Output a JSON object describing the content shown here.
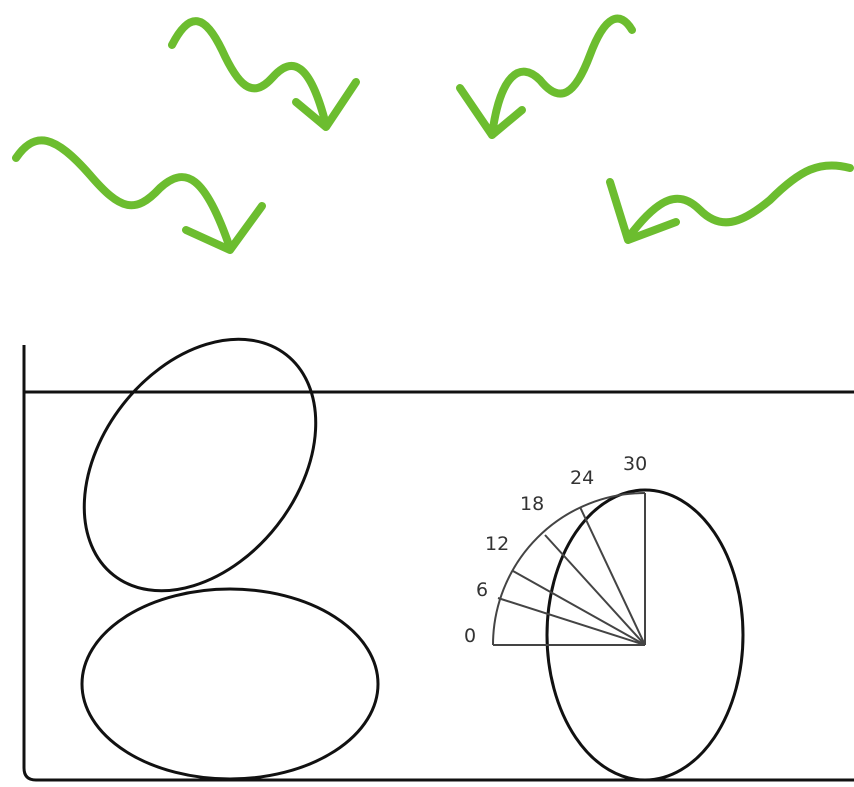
{
  "colors": {
    "arrow": "#6cbd2f",
    "line": "#111111",
    "protractor": "#444444",
    "background": "#ffffff"
  },
  "arrows": [
    {
      "name": "wavy-arrow-top-left",
      "direction": "down-right"
    },
    {
      "name": "wavy-arrow-top-right",
      "direction": "down-left"
    },
    {
      "name": "wavy-arrow-left",
      "direction": "down-right"
    },
    {
      "name": "wavy-arrow-right",
      "direction": "down-left"
    }
  ],
  "protractor": {
    "angle_labels": [
      "0",
      "6",
      "12",
      "18",
      "24",
      "30"
    ]
  }
}
